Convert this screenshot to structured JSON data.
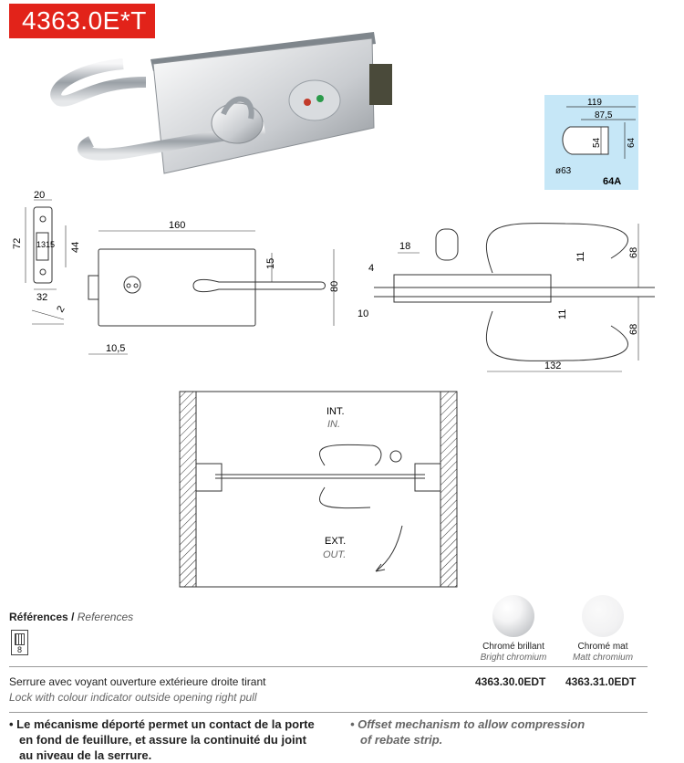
{
  "header": {
    "code": "4363.0E*T"
  },
  "profile": {
    "dims": [
      "119",
      "87,5",
      "54",
      "64",
      "ø63"
    ],
    "label": "64A"
  },
  "strike_dims": [
    "20",
    "72",
    "13",
    "15",
    "44",
    "32",
    "2"
  ],
  "front_dims": [
    "160",
    "15",
    "80",
    "10,5"
  ],
  "side_dims": [
    "18",
    "4",
    "10",
    "11",
    "68",
    "11",
    "68",
    "132"
  ],
  "plan": {
    "int": "INT.",
    "int_en": "IN.",
    "ext": "EXT.",
    "ext_en": "OUT."
  },
  "references": {
    "title_fr": "Références",
    "sep": "/",
    "title_en": "References",
    "pack_qty": "8"
  },
  "finishes": [
    {
      "name_fr": "Chromé brillant",
      "name_en": "Bright chromium",
      "color": "#e9e9ea",
      "ref": "4363.30.0EDT"
    },
    {
      "name_fr": "Chromé mat",
      "name_en": "Matt chromium",
      "color": "#f3f3f4",
      "ref": "4363.31.0EDT"
    }
  ],
  "description": {
    "fr": "Serrure avec voyant ouverture extérieure droite tirant",
    "en": "Lock with colour indicator outside opening right pull"
  },
  "notes": {
    "fr": [
      "Le mécanisme déporté permet un contact de la porte",
      "en fond de feuillure, et assure la continuité du joint",
      "au niveau de la serrure."
    ],
    "en": [
      "Offset mechanism to allow compression",
      "of rebate strip."
    ]
  }
}
